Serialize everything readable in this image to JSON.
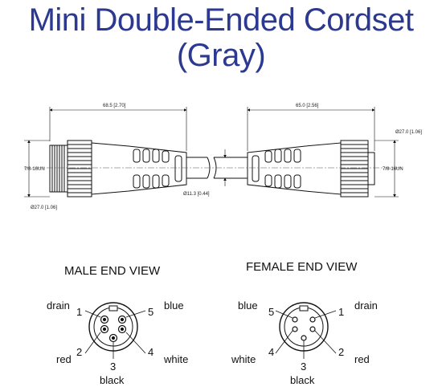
{
  "title": {
    "line1": "Mini Double-Ended Cordset",
    "line2": "(Gray)"
  },
  "drawing": {
    "dim_left_length": "68.5 [2.70]",
    "dim_right_length": "65.0 [2.56]",
    "dim_cable_dia": "Ø11.3 [0.44]",
    "dim_left_dia": "Ø27.0 [1.06]",
    "dim_right_dia": "Ø27.0 [1.06]",
    "thread_left": "7/8-16UN",
    "thread_right": "7/8-16UN"
  },
  "male_view": {
    "title": "MALE END VIEW",
    "pins": [
      {
        "num": "1",
        "color": "drain"
      },
      {
        "num": "2",
        "color": "red"
      },
      {
        "num": "3",
        "color": "black"
      },
      {
        "num": "4",
        "color": "white"
      },
      {
        "num": "5",
        "color": "blue"
      }
    ]
  },
  "female_view": {
    "title": "FEMALE END VIEW",
    "pins": [
      {
        "num": "1",
        "color": "drain"
      },
      {
        "num": "2",
        "color": "red"
      },
      {
        "num": "3",
        "color": "black"
      },
      {
        "num": "4",
        "color": "white"
      },
      {
        "num": "5",
        "color": "blue"
      }
    ]
  },
  "colors": {
    "title": "#2b3990",
    "line": "#111111"
  }
}
